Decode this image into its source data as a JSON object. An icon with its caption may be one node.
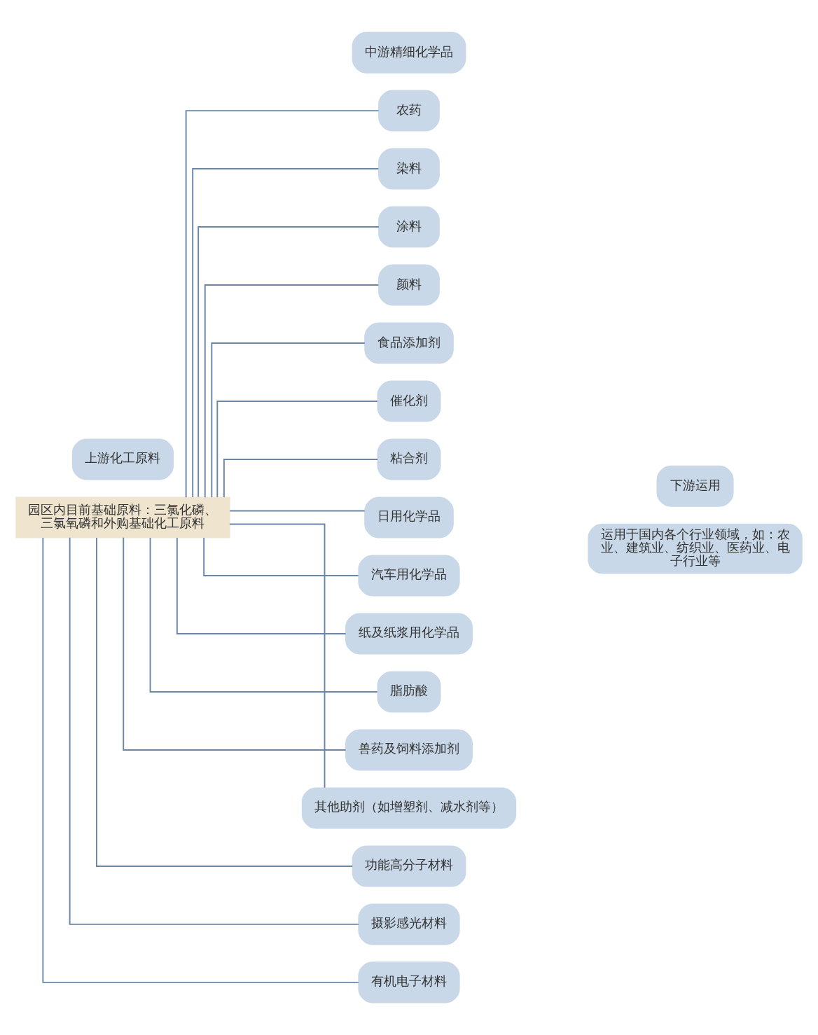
{
  "diagram": {
    "nodes": [
      {
        "text": [
          "中游精细化学品"
        ]
      },
      {
        "text": [
          "上游化工原料"
        ]
      },
      {
        "text": [
          "园区内目前基础原料：三氯化磷、三氯氧磷和外购基础化工原料"
        ]
      },
      {
        "text": [
          "农药"
        ]
      },
      {
        "text": [
          "染料"
        ]
      },
      {
        "text": [
          "涂料"
        ]
      },
      {
        "text": [
          "颜料"
        ]
      },
      {
        "text": [
          "食品添加剂"
        ]
      },
      {
        "text": [
          "催化剂"
        ]
      },
      {
        "text": [
          "粘合剂"
        ]
      },
      {
        "text": [
          "日用化学品"
        ]
      },
      {
        "text": [
          "汽车用化学品"
        ]
      },
      {
        "text": [
          "纸及纸浆用化学品"
        ]
      },
      {
        "text": [
          "脂肪酸"
        ]
      },
      {
        "text": [
          "兽药及饲料添加剂"
        ]
      },
      {
        "text": [
          "其他助剂（如增塑剂、减水剂等）"
        ]
      },
      {
        "text": [
          "功能高分子材料"
        ]
      },
      {
        "text": [
          "摄影感光材料"
        ]
      },
      {
        "text": [
          "有机电子材料"
        ]
      },
      {
        "text": [
          "下游运用"
        ]
      },
      {
        "text": [
          "运用于国内各个行业领域，如：农业、建筑业、纺织业、医药业、电子行业等"
        ]
      }
    ],
    "edges": [
      {
        "from": 2,
        "to": 3,
        "arrow": "none"
      },
      {
        "from": 2,
        "to": 4,
        "arrow": "none"
      },
      {
        "from": 2,
        "to": 5,
        "arrow": "none"
      },
      {
        "from": 2,
        "to": 6,
        "arrow": "none"
      },
      {
        "from": 2,
        "to": 7,
        "arrow": "none"
      },
      {
        "from": 2,
        "to": 8,
        "arrow": "none"
      },
      {
        "from": 2,
        "to": 9,
        "arrow": "none"
      },
      {
        "from": 2,
        "to": 10,
        "arrow": "none"
      },
      {
        "from": 2,
        "to": 11,
        "arrow": "none"
      },
      {
        "from": 2,
        "to": 12,
        "arrow": "none"
      },
      {
        "from": 2,
        "to": 13,
        "arrow": "none"
      },
      {
        "from": 2,
        "to": 14,
        "arrow": "none"
      },
      {
        "from": 2,
        "to": 15,
        "arrow": "none"
      },
      {
        "from": 2,
        "to": 16,
        "arrow": "none"
      },
      {
        "from": 2,
        "to": 17,
        "arrow": "none"
      },
      {
        "from": 2,
        "to": 18,
        "arrow": "none"
      }
    ]
  }
}
